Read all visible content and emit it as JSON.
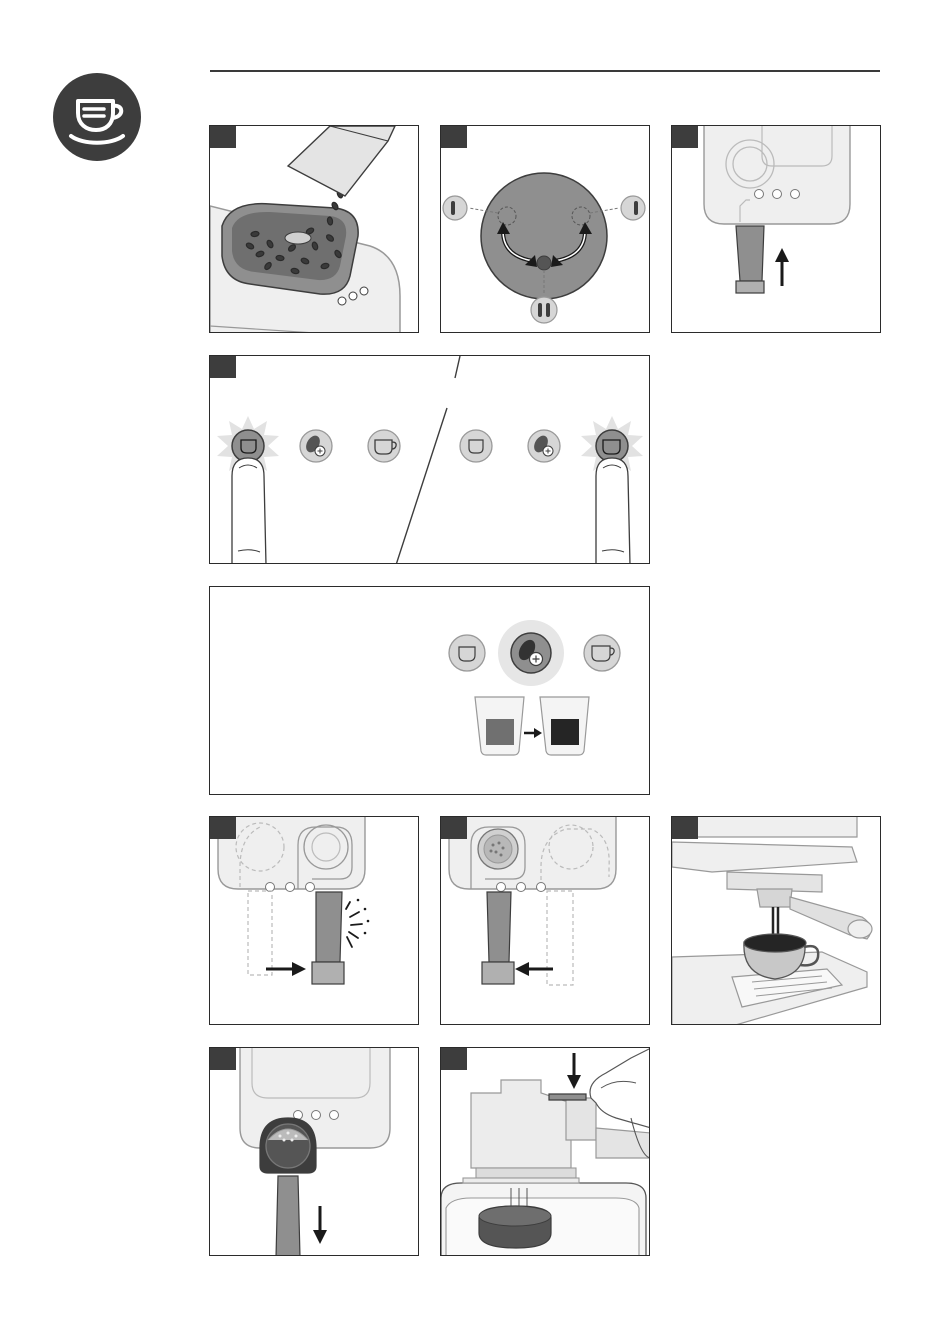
{
  "colors": {
    "dark": "#3d3d3d",
    "mid_gray": "#8f8f8f",
    "light_gray": "#d6d6d6",
    "outline": "#999999",
    "machine": "#efefef",
    "coffee": "#252525",
    "crema": "#6e6e6e"
  },
  "header": {
    "icon": "coffee-cup-icon"
  },
  "panels": [
    {
      "id": "add-beans",
      "icon": "bean-hopper-icon"
    },
    {
      "id": "grind-dial",
      "icon": "grind-dial-icon"
    },
    {
      "id": "insert-filter-holder",
      "icon": "filter-holder-icon"
    },
    {
      "id": "select-cup-size",
      "icon": "cup-buttons-icon"
    },
    {
      "id": "strength-button",
      "icon": "strength-icon"
    },
    {
      "id": "move-to-brew",
      "icon": "filter-holder-icon"
    },
    {
      "id": "move-to-grind",
      "icon": "filter-holder-icon"
    },
    {
      "id": "brew-coffee",
      "icon": "espresso-cup-icon"
    },
    {
      "id": "remove-filter-holder",
      "icon": "filter-holder-icon"
    },
    {
      "id": "eject-puck",
      "icon": "puck-icon"
    }
  ]
}
